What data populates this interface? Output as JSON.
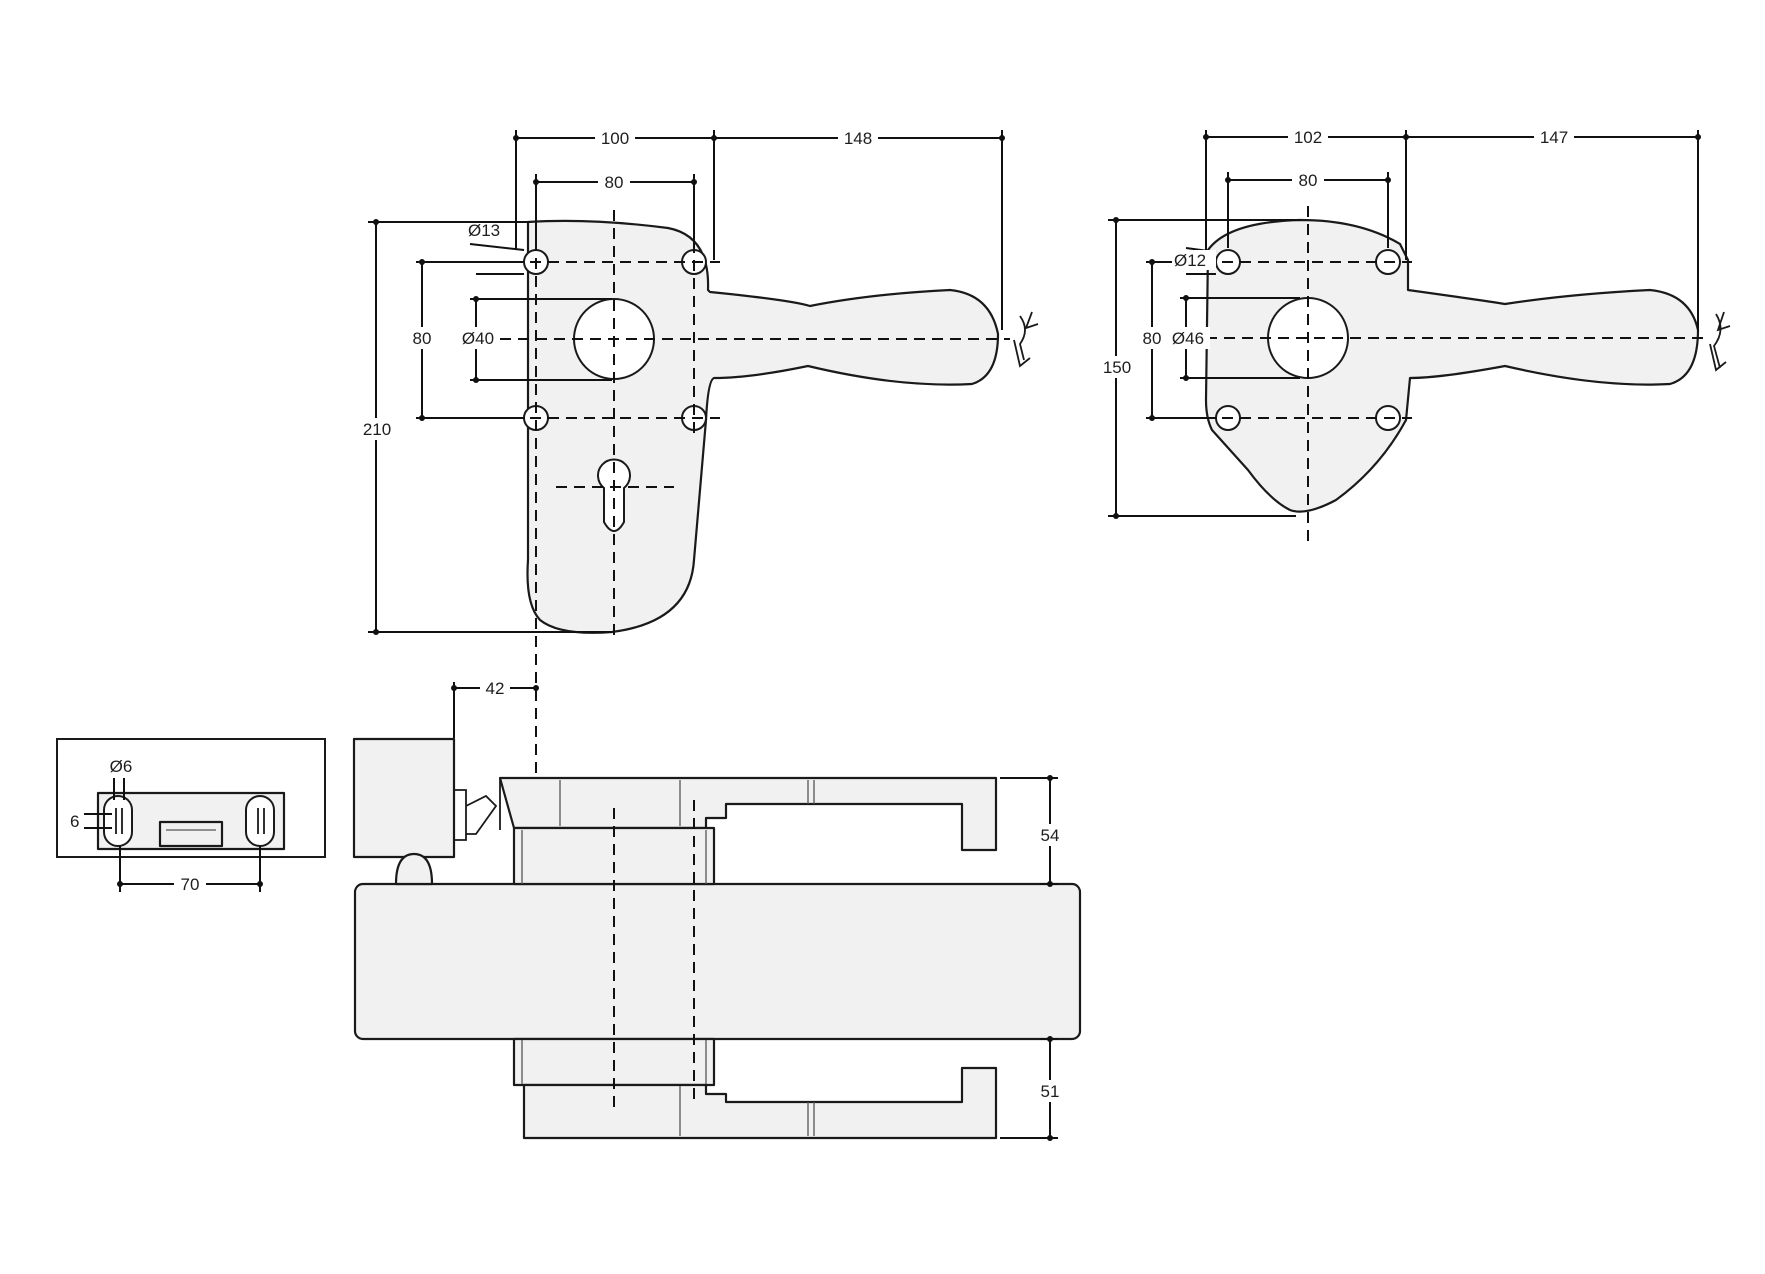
{
  "colors": {
    "line": "#111111",
    "part_fill": "#f1f1f1",
    "background": "#ffffff"
  },
  "dimensions": {
    "long_plate": {
      "width": "100",
      "lever_length": "148",
      "hole_spacing": "80",
      "hole_diameter": "Ø13",
      "vertical_spacing": "80",
      "rose_diameter": "Ø40",
      "height": "210"
    },
    "short_plate": {
      "width": "102",
      "lever_length": "147",
      "hole_spacing": "80",
      "hole_diameter": "Ø12",
      "vertical_spacing": "80",
      "rose_diameter": "Ø46",
      "height": "150"
    },
    "side_view": {
      "offset": "42",
      "top_projection": "54",
      "bottom_projection": "51"
    },
    "detail": {
      "slot_diameter": "Ø6",
      "slot_width": "6",
      "slot_spacing": "70"
    }
  }
}
